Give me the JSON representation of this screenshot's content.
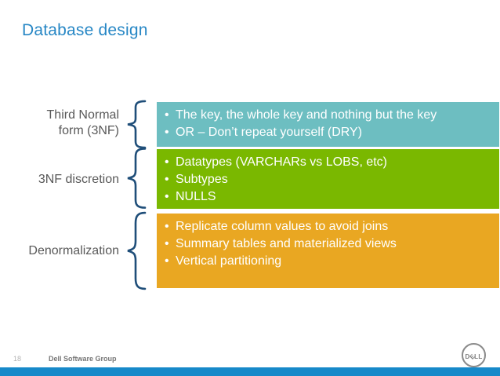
{
  "slide": {
    "title": "Database design",
    "page_number": "18",
    "footer": "Dell Software Group",
    "bullet_glyph": "•",
    "logo_letters": [
      "D",
      "E",
      "L",
      "L"
    ]
  },
  "colors": {
    "title_blue": "#2787c5",
    "label_gray": "#595959",
    "brace_navy": "#1f4e79",
    "teal_box": "#6dbec1",
    "green_box": "#7ab800",
    "orange_box": "#e9a722",
    "bottom_bar_blue": "#1789c9",
    "footer_gray": "#757575"
  },
  "rows": [
    {
      "label": "Third Normal form (3NF)",
      "box_color": "#6dbec1",
      "bullets": [
        "The key, the whole key and nothing but the key",
        "OR – Don’t repeat yourself (DRY)"
      ]
    },
    {
      "label": "3NF discretion",
      "box_color": "#7ab800",
      "bullets": [
        "Datatypes (VARCHARs vs LOBS, etc)",
        "Subtypes",
        "NULLS"
      ]
    },
    {
      "label": "Denormalization",
      "box_color": "#e9a722",
      "bullets": [
        "Replicate column values to avoid joins",
        "Summary tables and materialized views",
        "Vertical partitioning"
      ]
    }
  ]
}
